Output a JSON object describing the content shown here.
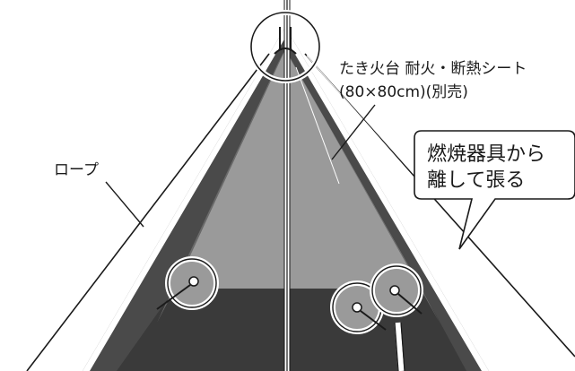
{
  "labels": {
    "fire_sheet_line1": "たき火台 耐火・断熱シート",
    "fire_sheet_line2": "(80×80cm)(別売)",
    "rope": "ロープ"
  },
  "callout": {
    "line1": "燃焼器具から",
    "line2": "離して張る"
  },
  "colors": {
    "tent_outer": "#4a4a4a",
    "tent_panel": "#9a9a9a",
    "tent_floor": "#3a3a3a",
    "line": "#1a1a1a",
    "background": "#ffffff"
  }
}
